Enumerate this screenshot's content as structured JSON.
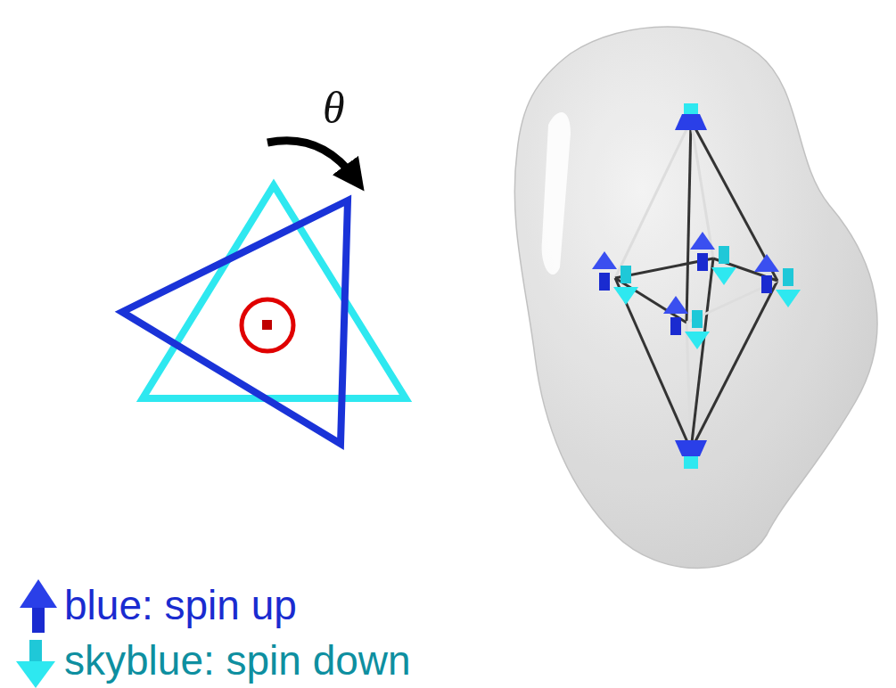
{
  "diagram": {
    "labels": [
      "θ"
    ],
    "legend": [
      {
        "text": "blue: spin up"
      },
      {
        "text": "skyblue: spin down"
      }
    ]
  }
}
